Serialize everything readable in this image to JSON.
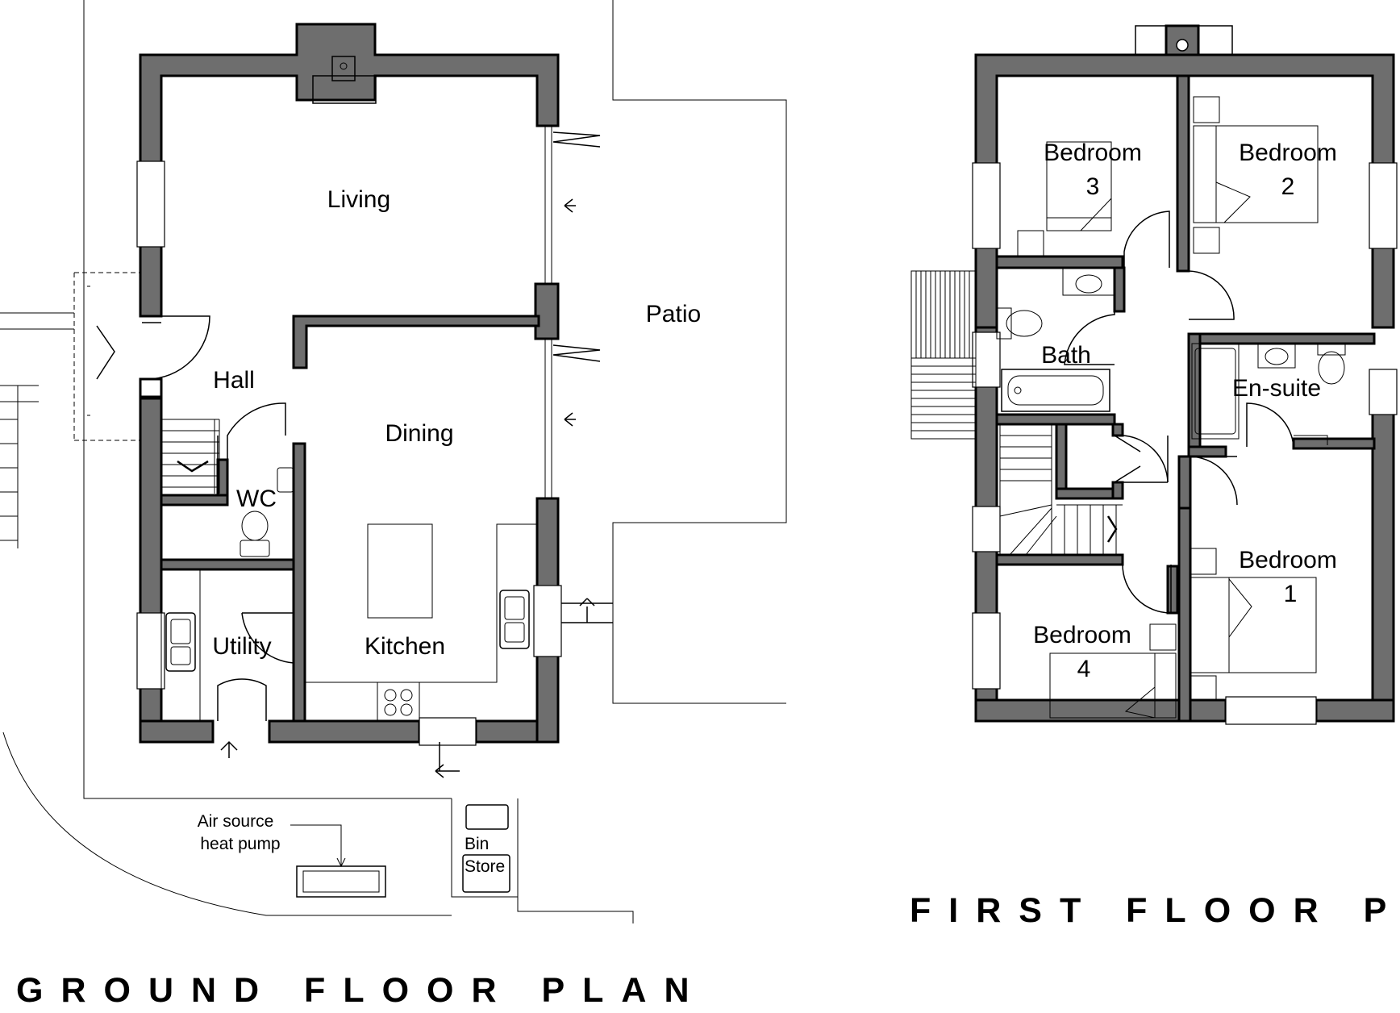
{
  "ground_floor": {
    "title": "GROUND FLOOR PLAN",
    "rooms": {
      "living": "Living",
      "hall": "Hall",
      "dining": "Dining",
      "wc": "WC",
      "utility": "Utility",
      "kitchen": "Kitchen",
      "patio": "Patio"
    },
    "annotations": {
      "air_source_line1": "Air source",
      "air_source_line2": "heat pump",
      "bin_line1": "Bin",
      "bin_line2": "Store"
    }
  },
  "first_floor": {
    "title": "FIRST FLOOR PLAN",
    "rooms": {
      "bedroom3_name": "Bedroom",
      "bedroom3_num": "3",
      "bedroom2_name": "Bedroom",
      "bedroom2_num": "2",
      "bath": "Bath",
      "ensuite": "En-suite",
      "bedroom1_name": "Bedroom",
      "bedroom1_num": "1",
      "bedroom4_name": "Bedroom",
      "bedroom4_num": "4"
    }
  },
  "colors": {
    "wall_fill": "#6e6e6e",
    "line": "#000000",
    "background": "#ffffff"
  }
}
